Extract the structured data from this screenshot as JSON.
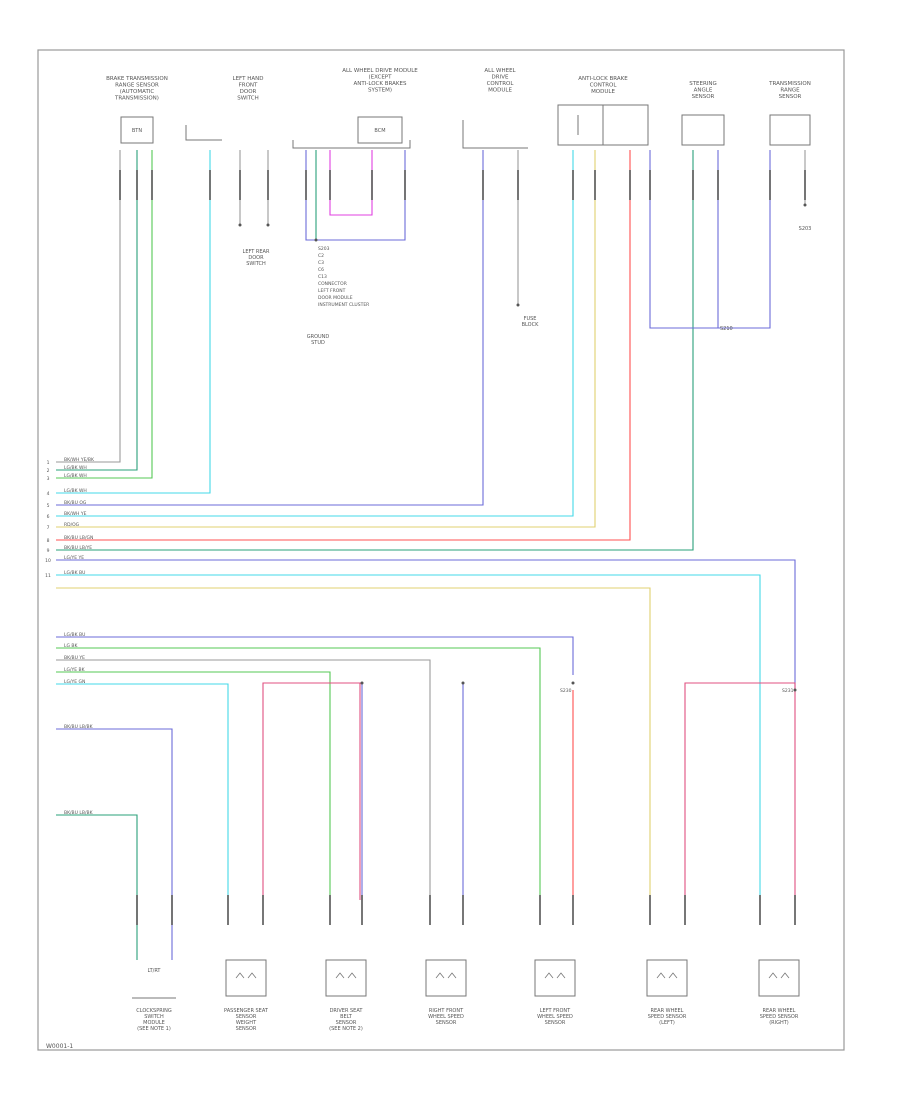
{
  "colors": {
    "frame": "#999999",
    "component": "#777777",
    "text": "#666666",
    "wire_gray": "#9a9a9a",
    "wire_teal": "#2aa07a",
    "wire_green": "#55c855",
    "wire_cyan": "#43d8e8",
    "wire_blue": "#6b6bd8",
    "wire_darkblue": "#5555cc",
    "wire_pink": "#e05080",
    "wire_magenta": "#e040e0",
    "wire_yellow": "#e0d070",
    "wire_orange": "#f0a070",
    "wire_red": "#ff5050",
    "wire_brown": "#b07050"
  },
  "top_components": [
    {
      "name": "brake-booster-sensor-module",
      "label": "BRAKE TRANSMISSION\nRANGE SENSOR\n(AUTOMATIC\nTRANSMISSION)",
      "body": "BTN"
    },
    {
      "name": "left-hand-door-switch",
      "label": "LEFT HAND\nFRONT\nDOOR\nSWITCH",
      "body": ""
    },
    {
      "name": "body-control-module",
      "label": "ALL WHEEL DRIVE MODULE\n(EXCEPT\nANTI-LOCK BRAKES\nSYSTEM)",
      "body": "BCM"
    },
    {
      "name": "instrument-cluster",
      "label": "ALL WHEEL\nDRIVE\nCONTROL\nMODULE",
      "body": ""
    },
    {
      "name": "anti-lock-brake-module",
      "label": "ANTI-LOCK BRAKE\nCONTROL\nMODULE",
      "body": ""
    },
    {
      "name": "steering-angle-sensor",
      "label": "STEERING\nANGLE\nSENSOR",
      "body": ""
    },
    {
      "name": "transmission-range-sensor",
      "label": "TRANSMISSION\nRANGE\nSENSOR",
      "body": ""
    }
  ],
  "mid_labels": {
    "door_switch": "LEFT REAR\nDOOR\nSWITCH",
    "ground": "GROUND\nSTUD",
    "splice": "S203",
    "fuse": "FUSE\nBLOCK",
    "splice2": "S210",
    "splice3": "S230",
    "splice4": "S231"
  },
  "connector_labels": [
    "BK/WH YE/BK",
    "LG/BK WH",
    "LG/BK WH",
    "LG/BK WH",
    "BK/BU OG",
    "BK/WH YE",
    "RD/OG",
    "BK/BU LB/GN",
    "BK/BU LB/YE",
    "LG/YE YE",
    "LG/BK BU"
  ],
  "lower_labels": [
    "LG/BK BU",
    "LG BK",
    "BK/BU YE",
    "LG/YE BK",
    "LG/YE GN"
  ],
  "lower_labels2": [
    "BK/BU LB/BK",
    "BK/BU LB/BK"
  ],
  "bottom_components": [
    {
      "name": "clockspring",
      "label": "CLOCKSPRING\nSWITCH\nMODULE\n(SEE NOTE 1)",
      "body": "LT/RT"
    },
    {
      "name": "passenger-seat-sensor",
      "label": "PASSENGER SEAT\nSENSOR\nWEIGHT\nSENSOR",
      "body": ""
    },
    {
      "name": "driver-seat-sensor",
      "label": "DRIVER SEAT\nBELT\nSENSOR\n(SEE NOTE 2)",
      "body": ""
    },
    {
      "name": "right-front-sensor",
      "label": "RIGHT FRONT\nWHEEL SPEED\nSENSOR",
      "body": ""
    },
    {
      "name": "left-front-sensor",
      "label": "LEFT FRONT\nWHEEL SPEED\nSENSOR",
      "body": ""
    },
    {
      "name": "rear-sensor-left",
      "label": "REAR WHEEL\nSPEED SENSOR\n(LEFT)",
      "body": ""
    },
    {
      "name": "rear-sensor-right",
      "label": "REAR WHEEL\nSPEED SENSOR\n(RIGHT)",
      "body": ""
    }
  ],
  "footer_code": "W0001-1"
}
